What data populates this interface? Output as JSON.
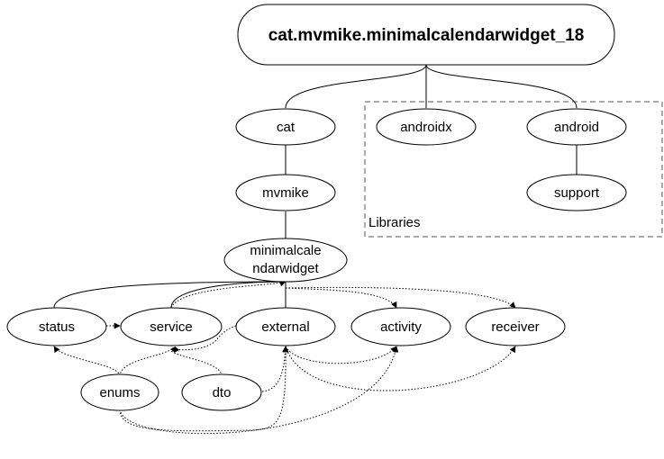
{
  "diagram": {
    "root": {
      "label": "cat.mvmike.minimalcalendarwidget_18"
    },
    "libraries_label": "Libraries",
    "nodes": {
      "cat": "cat",
      "mvmike": "mvmike",
      "minimalcalendarwidget_line1": "minimalcale",
      "minimalcalendarwidget_line2": "ndarwidget",
      "androidx": "androidx",
      "android": "android",
      "support": "support",
      "status": "status",
      "service": "service",
      "external": "external",
      "activity": "activity",
      "receiver": "receiver",
      "enums": "enums",
      "dto": "dto"
    }
  }
}
